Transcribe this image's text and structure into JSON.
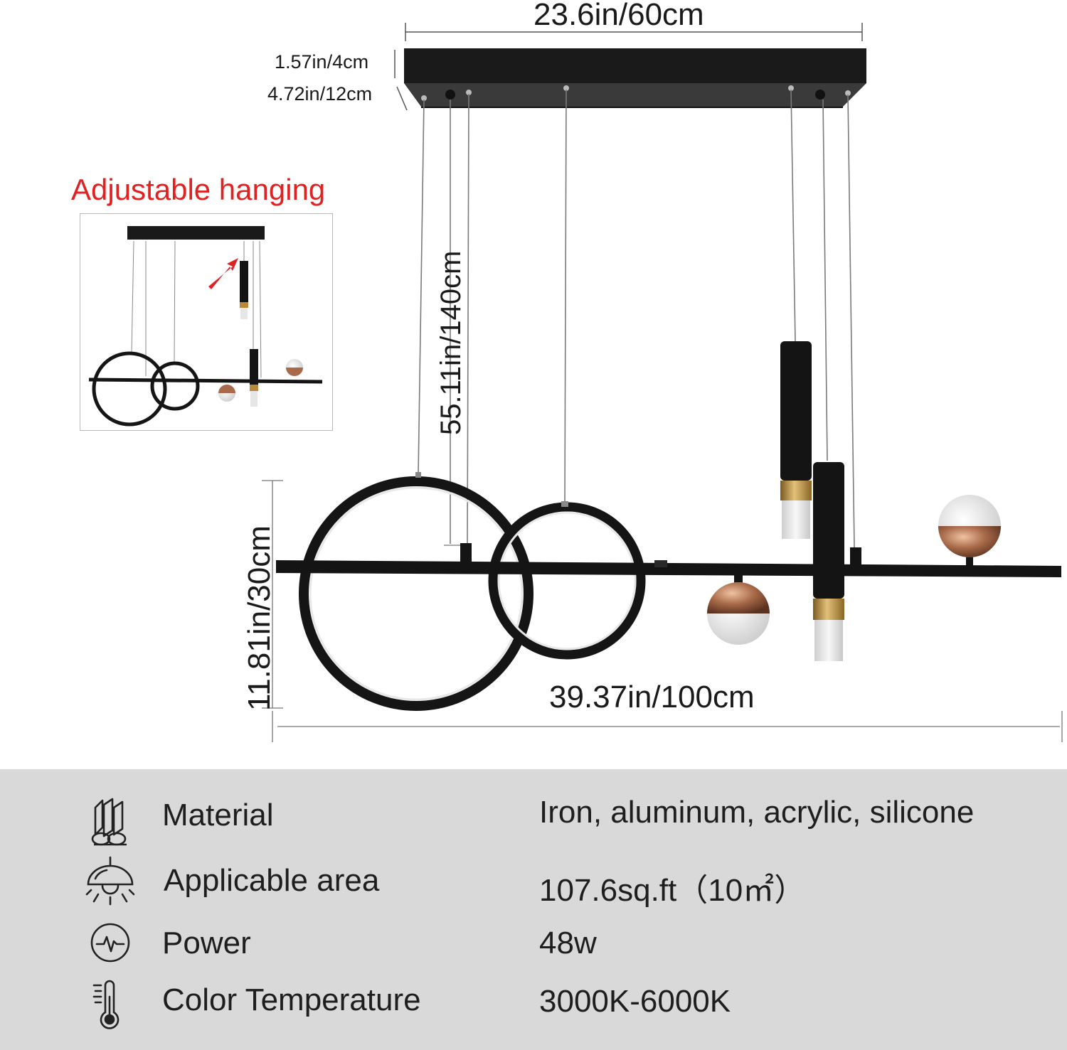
{
  "dimensions": {
    "width_top": "23.6in/60cm",
    "canopy_height": "1.57in/4cm",
    "canopy_depth": "4.72in/12cm",
    "hanging_length": "55.11in/140cm",
    "fixture_height": "11.81in/30cm",
    "fixture_length": "39.37in/100cm"
  },
  "inset": {
    "title": "Adjustable hanging"
  },
  "specs": {
    "material": {
      "label": "Material",
      "value": "Iron, aluminum, acrylic, silicone",
      "icon": "material-icon"
    },
    "area": {
      "label": "Applicable area",
      "value": "107.6sq.ft（10㎡）",
      "icon": "ceiling-lamp-icon"
    },
    "power": {
      "label": "Power",
      "value": "48w",
      "icon": "power-pulse-icon"
    },
    "color_temp": {
      "label": "Color Temperature",
      "value": "3000K-6000K",
      "icon": "thermometer-icon"
    }
  },
  "colors": {
    "fixture": "#141414",
    "brass": "#b8893a",
    "accent_red": "#e12222",
    "spec_background": "#d9d9d9"
  }
}
